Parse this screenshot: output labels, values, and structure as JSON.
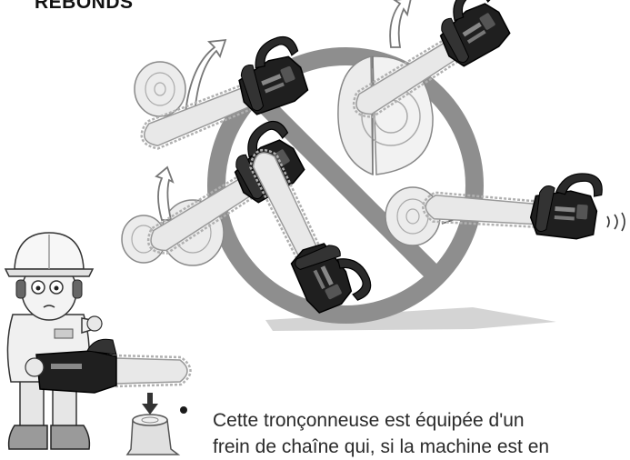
{
  "heading": "REBONDS",
  "body_lines": [
    "Cette tronçonneuse est équipée d'un",
    "frein de chaîne qui, si la machine est en"
  ],
  "icons": {
    "prohibition": "prohibition-sign-icon",
    "saw": "chainsaw-icon",
    "arrow": "curved-arrow-icon",
    "worker": "worker-with-chainsaw-icon",
    "stump": "tree-stump-icon"
  },
  "colors": {
    "prohibition_ring": "#8e8e8e",
    "ground_shadow": "#d4d4d4",
    "log_face": "#ececec",
    "saw_body": "#1f1f1f",
    "bar": "#e8e8e8",
    "chain": "#b0b0b0"
  }
}
